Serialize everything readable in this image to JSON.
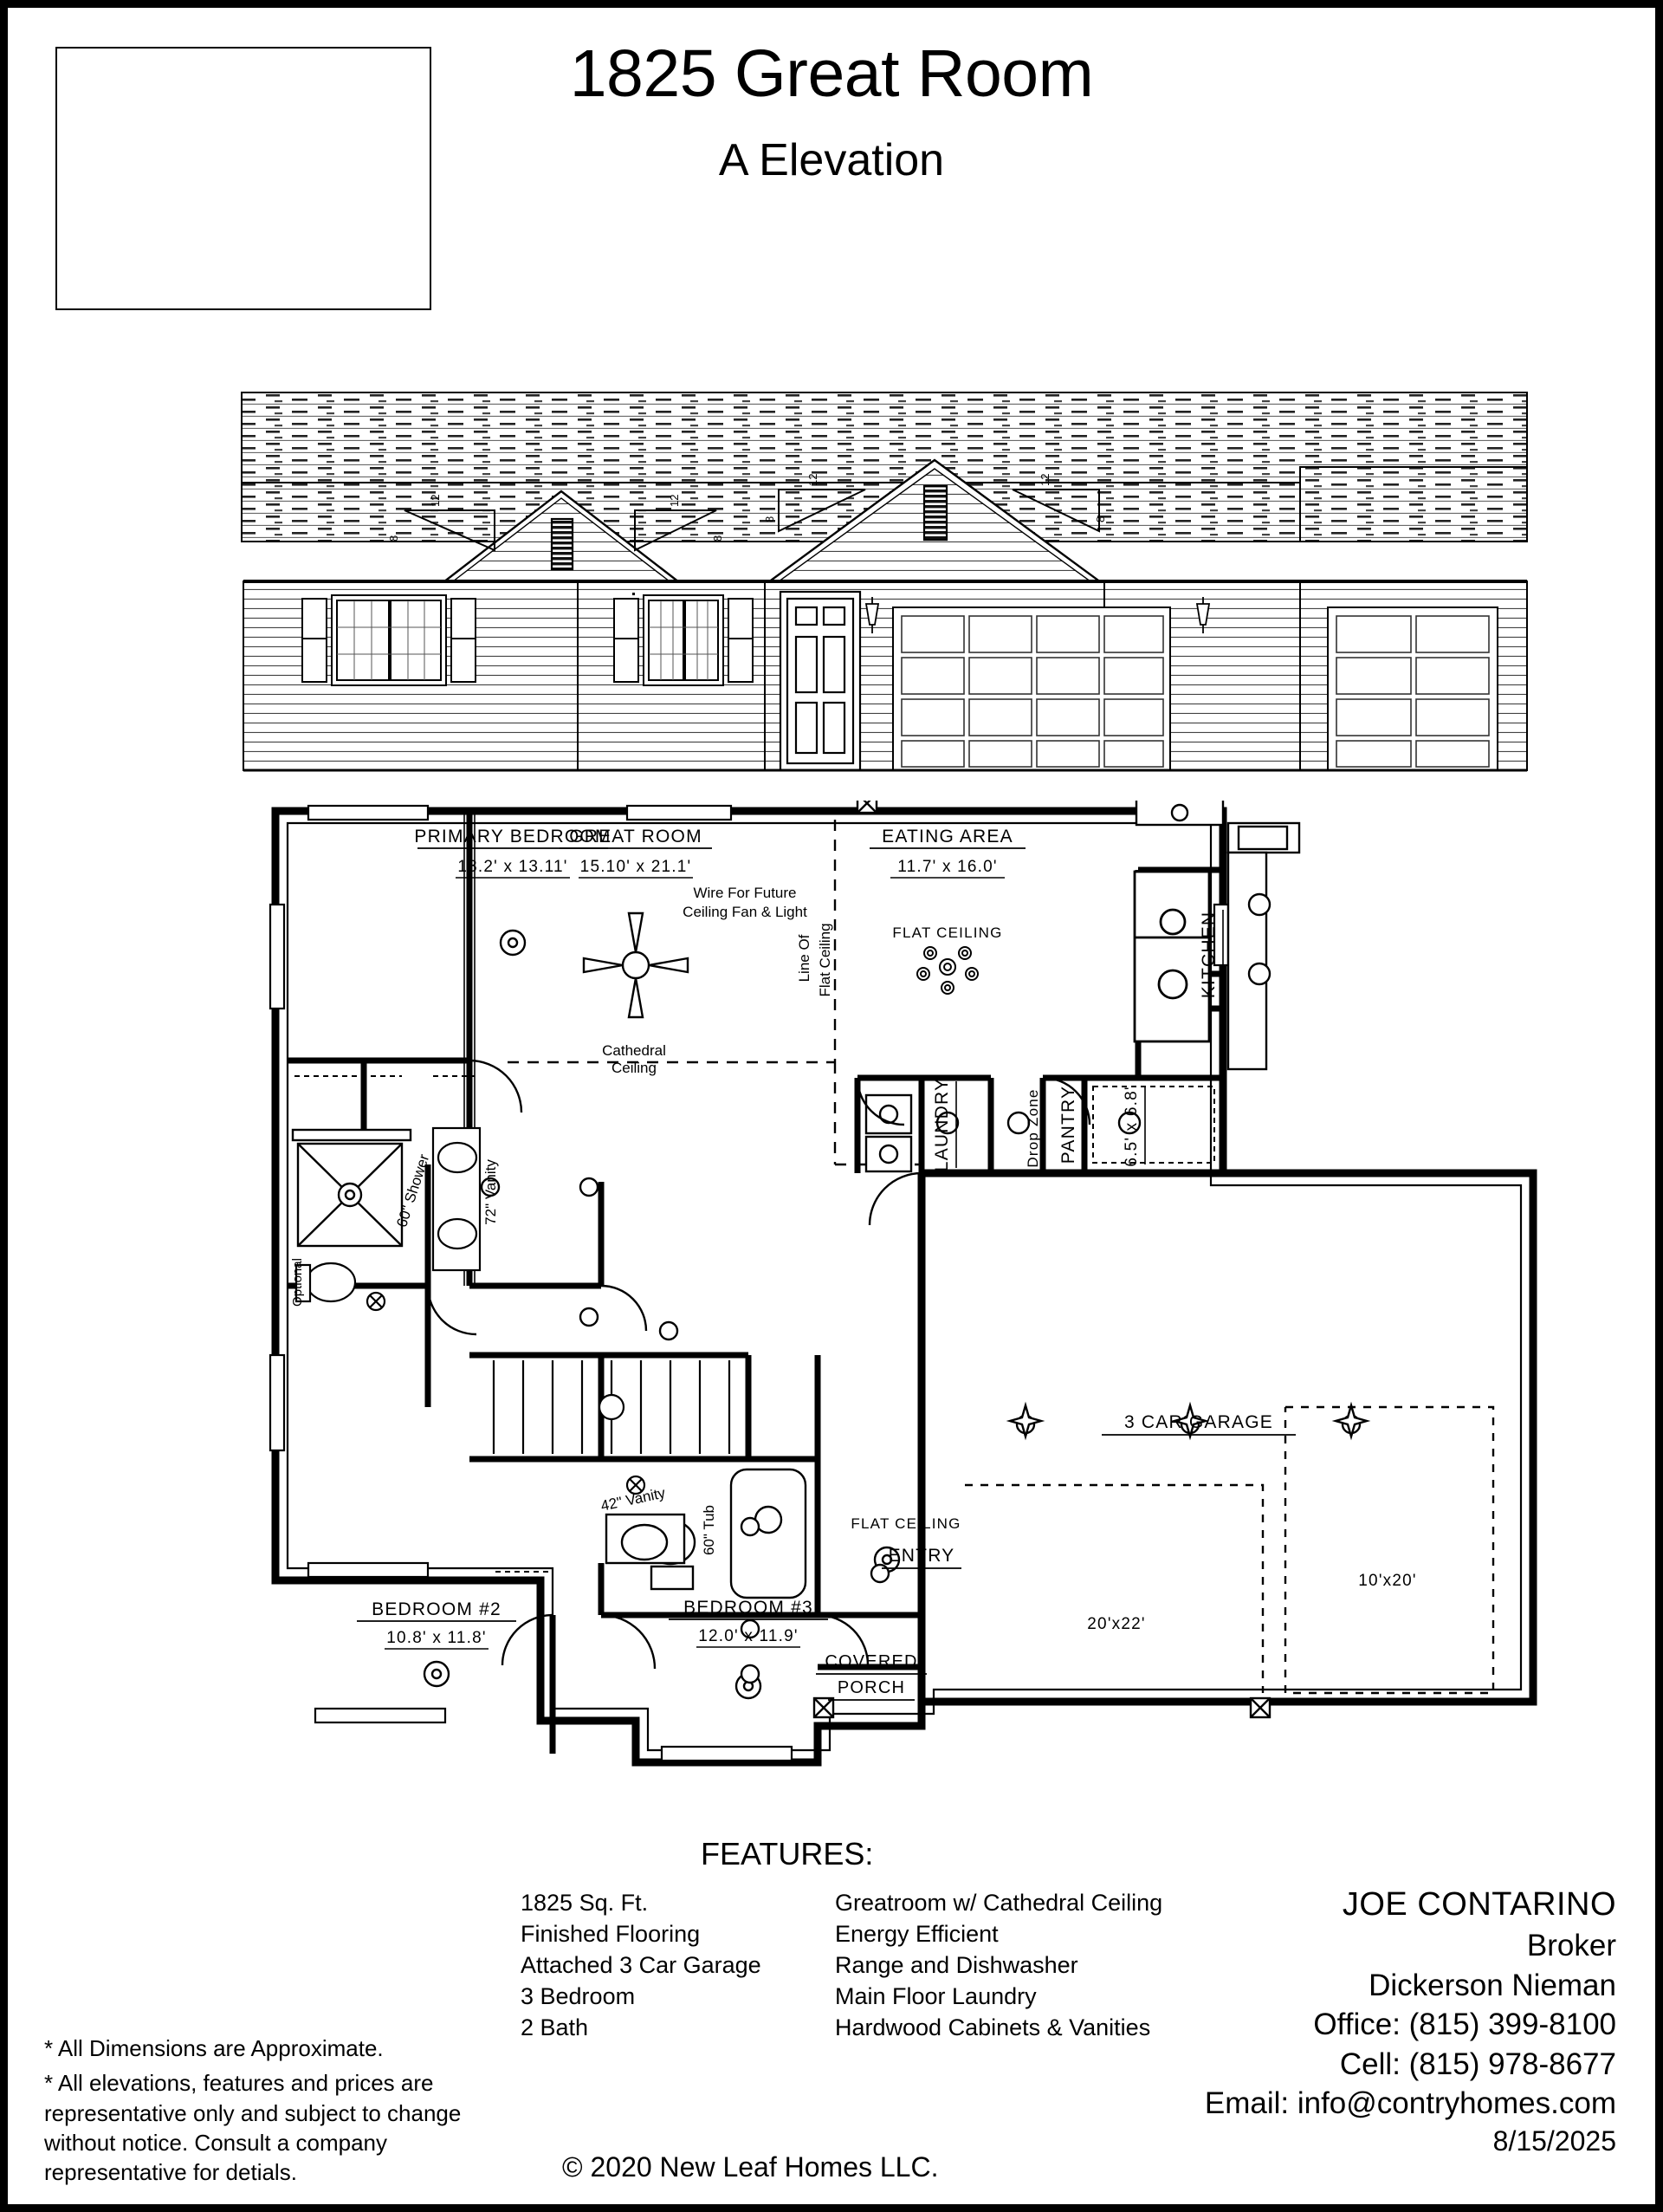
{
  "header": {
    "title": "1825 Great Room",
    "subtitle": "A Elevation",
    "logo_placeholder": ""
  },
  "elevation": {
    "name": "front-elevation-drawing",
    "roof_pitch_left_rise": "12",
    "roof_pitch_left_run": "8",
    "roof_pitch_mid_rise": "12",
    "roof_pitch_mid_run": "8",
    "roof_pitch_right_rise": "12",
    "roof_pitch_right_run": "8"
  },
  "floorplan": {
    "rooms": [
      {
        "name": "PRIMARY BEDROOM",
        "dims": "13.2' x 13.11'"
      },
      {
        "name": "GREAT ROOM",
        "dims": "15.10' x 21.1'"
      },
      {
        "name": "EATING AREA",
        "dims": "11.7' x 16.0'"
      },
      {
        "name": "BEDROOM #2",
        "dims": "10.8' x 11.8'"
      },
      {
        "name": "BEDROOM #3",
        "dims": "12.0' x 11.9'"
      },
      {
        "name": "3 CAR GARAGE",
        "dims": ""
      },
      {
        "name": "KITCHEN",
        "dims": ""
      },
      {
        "name": "PANTRY",
        "dims": "6.5' x 6.8'"
      },
      {
        "name": "LAUNDRY",
        "dims": ""
      },
      {
        "name": "ENTRY",
        "dims": ""
      },
      {
        "name": "COVERED",
        "dims": "PORCH"
      }
    ],
    "notes": {
      "wire_future_line1": "Wire For Future",
      "wire_future_line2": "Ceiling Fan & Light",
      "cathedral_line1": "Cathedral",
      "cathedral_line2": "Ceiling",
      "line_of_flat_1": "Line Of",
      "line_of_flat_2": "Flat Ceiling",
      "flat_ceiling_eating": "FLAT CEILING",
      "flat_ceiling_entry": "FLAT CEILING",
      "shower": "60\" Shower",
      "vanity_primary": "72\" Vanity",
      "vanity_hall": "42\" Vanity",
      "tub": "60\" Tub",
      "optional": "Optional",
      "drop_zone": "Drop Zone",
      "garage_bay_main": "20'x22'",
      "garage_bay_third": "10'x20'"
    }
  },
  "features": {
    "heading": "FEATURES:",
    "column_left": [
      "1825 Sq. Ft.",
      "Finished Flooring",
      "Attached 3 Car Garage",
      "3 Bedroom",
      "2 Bath"
    ],
    "column_right": [
      "Greatroom w/ Cathedral Ceiling",
      "Energy Efficient",
      "Range and Dishwasher",
      "Main Floor Laundry",
      "Hardwood Cabinets & Vanities"
    ]
  },
  "contact": {
    "name": "JOE CONTARINO",
    "role": "Broker",
    "company": "Dickerson Nieman",
    "office": "Office: (815) 399-8100",
    "cell": "Cell: (815) 978-8677",
    "email": "Email: info@contryhomes.com",
    "date": "8/15/2025"
  },
  "disclaimer": {
    "line1": "* All Dimensions are Approximate.",
    "line2": "* All elevations, features and prices are representative only and subject to change without notice. Consult a company representative for detials."
  },
  "copyright": {
    "text": "© 2020 New Leaf Homes LLC."
  }
}
